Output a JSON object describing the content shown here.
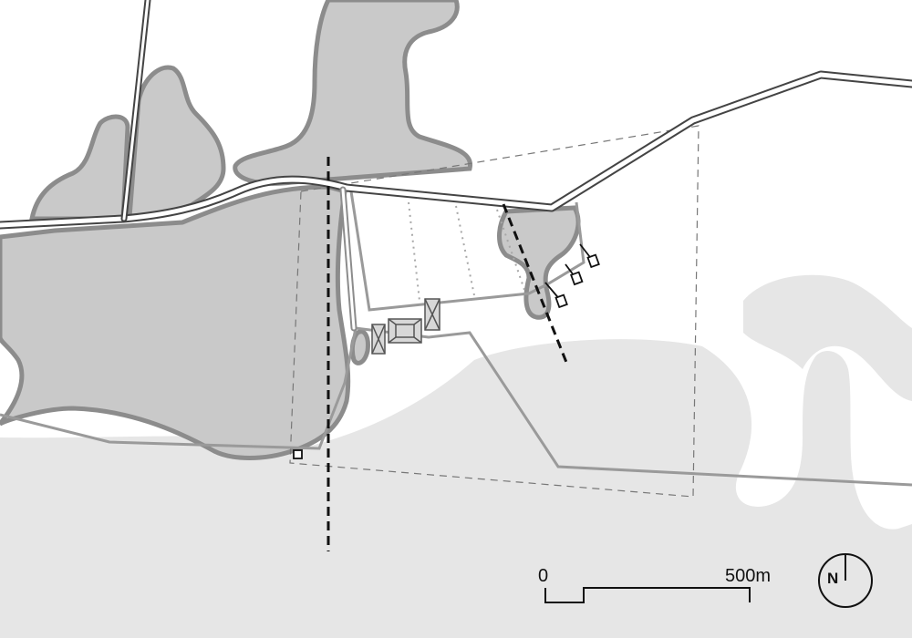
{
  "map": {
    "scale_bar": {
      "start_label": "0",
      "end_label": "500m"
    },
    "north_arrow": {
      "label": "N"
    },
    "colors": {
      "background": "#ffffff",
      "open_field": "#e6e6e6",
      "woodland": "#c9c9c9",
      "woodland_edge": "#8c8c8c",
      "road_casing": "#444444",
      "boundary_line": "#9a9a9a",
      "dashed_boundary": "#777777",
      "section_line": "#111111"
    }
  }
}
